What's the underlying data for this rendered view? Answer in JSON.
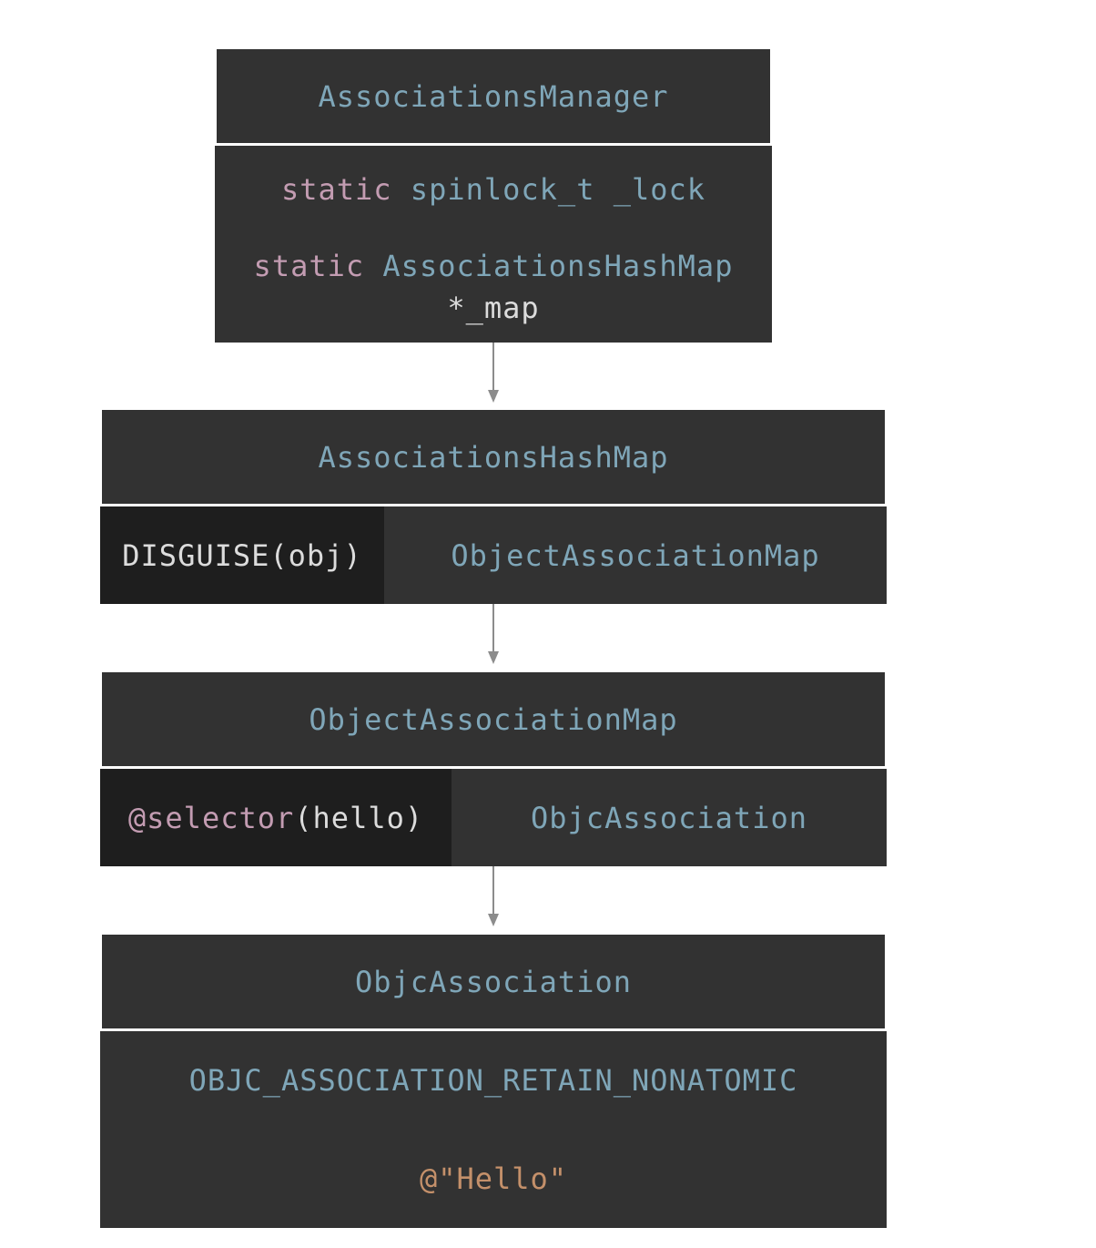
{
  "manager": {
    "title": "AssociationsManager",
    "line1_kw": "static",
    "line1_rest": "spinlock_t _lock",
    "line2_kw": "static",
    "line2_type": "AssociationsHashMap",
    "line2_var": "*_map"
  },
  "hashmap": {
    "title": "AssociationsHashMap",
    "key": "DISGUISE(obj)",
    "value": "ObjectAssociationMap"
  },
  "objmap": {
    "title": "ObjectAssociationMap",
    "key_at": "@selector",
    "key_rest": "(hello)",
    "value": "ObjcAssociation"
  },
  "assoc": {
    "title": "ObjcAssociation",
    "policy": "OBJC_ASSOCIATION_RETAIN_NONATOMIC",
    "value": "@\"Hello\""
  },
  "colors": {
    "box_bg": "#323232",
    "key_bg": "#1e1e1e",
    "type_text": "#7fa6b8",
    "keyword_text": "#c39cb2",
    "plain_text": "#dcdcdc",
    "string_text": "#c4906a",
    "arrow": "#8c8c8c"
  }
}
